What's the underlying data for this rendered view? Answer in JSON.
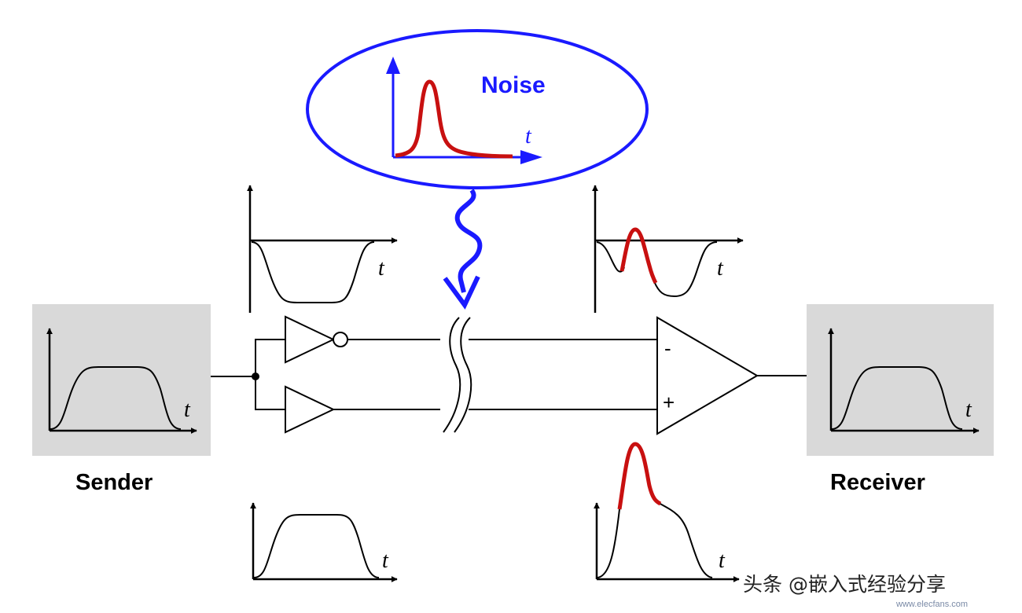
{
  "noise": {
    "label": "Noise",
    "axis_label": "t"
  },
  "sender": {
    "label": "Sender",
    "axis_label": "t"
  },
  "receiver": {
    "label": "Receiver",
    "axis_label": "t"
  },
  "inverted_signal": {
    "axis_label": "t"
  },
  "normal_signal": {
    "axis_label": "t"
  },
  "receiver_negative": {
    "axis_label": "t"
  },
  "receiver_positive": {
    "axis_label": "t"
  },
  "amplifier": {
    "minus_label": "-",
    "plus_label": "+"
  },
  "watermark": {
    "text": "头条 @嵌入式经验分享",
    "site": "www.elecfans.com"
  },
  "colors": {
    "noise_blue": "#1a1aff",
    "noise_red": "#c81010",
    "box_gray": "#d9d9d9",
    "line": "#000000"
  }
}
